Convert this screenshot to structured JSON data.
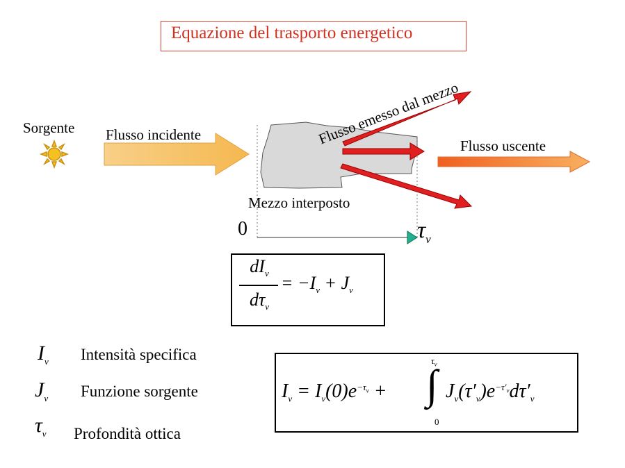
{
  "title": "Equazione del trasporto energetico",
  "labels": {
    "source": "Sorgente",
    "incident_flux": "Flusso incidente",
    "emitted_flux": "Flusso emesso dal mezzo",
    "outgoing_flux": "Flusso uscente",
    "medium": "Mezzo interposto",
    "axis_zero": "0"
  },
  "legend": [
    {
      "symbol": "I",
      "sub": "ν",
      "text": "Intensità specifica"
    },
    {
      "symbol": "J",
      "sub": "ν",
      "text": "Funzione sorgente"
    },
    {
      "symbol": "τ",
      "sub": "ν",
      "text": "Profondità ottica"
    }
  ],
  "colors": {
    "title": "#d03020",
    "incident_arrow": "#f5c060",
    "outgoing_arrow": "#f08030",
    "red_arrow": "#e02020",
    "medium_fill": "#d9d9d9",
    "sun": "#f5c020",
    "axis_marker": "#20b090"
  },
  "icons": {
    "source": "sun-icon"
  }
}
